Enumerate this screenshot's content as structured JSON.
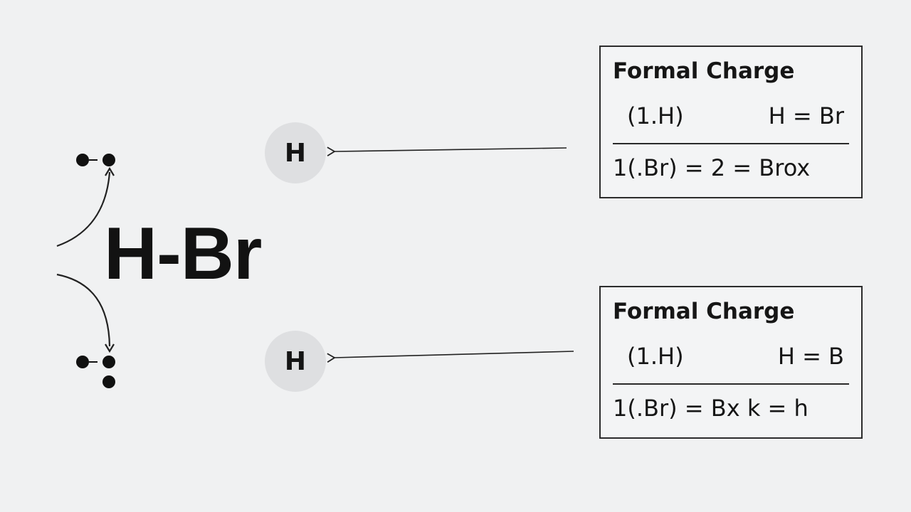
{
  "molecule": {
    "formula": "H-Br"
  },
  "atoms": {
    "top_label": "H",
    "bottom_label": "H"
  },
  "formal_charge_boxes": [
    {
      "title": "Formal Charge",
      "left_expr": "(1.H)",
      "right_expr": "H = Br",
      "bottom_expr": "1(.Br) = 2 = Brox"
    },
    {
      "title": "Formal Charge",
      "left_expr": "(1.H)",
      "right_expr": "H = B",
      "bottom_expr": "1(.Br) = Bx k = h"
    }
  ]
}
